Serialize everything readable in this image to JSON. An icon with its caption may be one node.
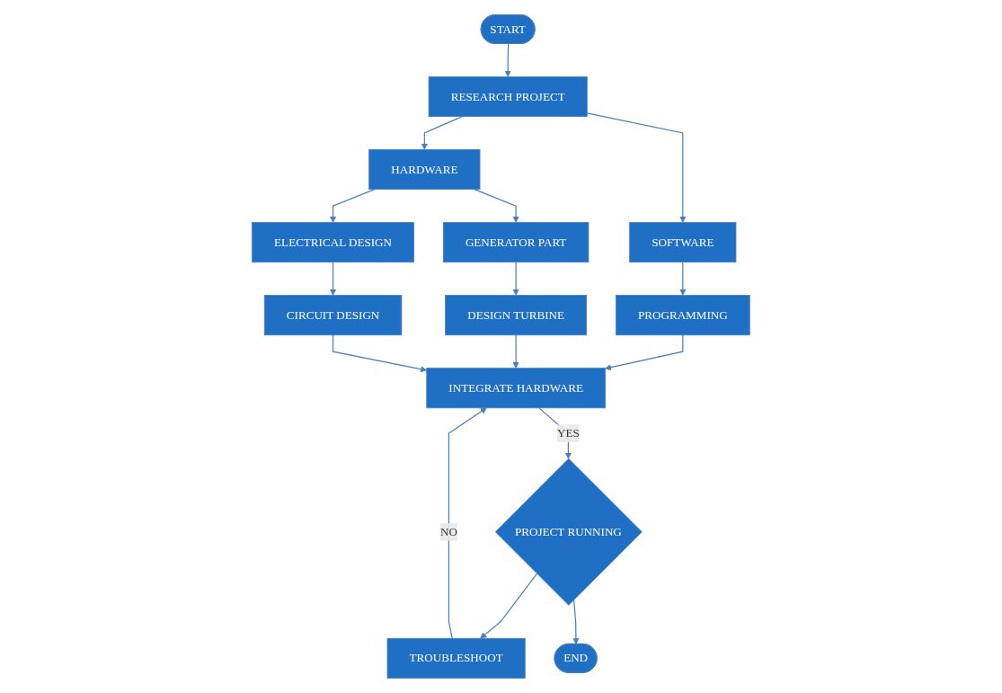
{
  "diagram": {
    "nodes": [
      {
        "text": [
          "START"
        ]
      },
      {
        "text": [
          "RESEARCH PROJECT"
        ]
      },
      {
        "text": [
          "SOFTWARE"
        ]
      },
      {
        "text": [
          "HARDWARE"
        ]
      },
      {
        "text": [
          "PROGRAMMING"
        ]
      },
      {
        "text": [
          "GENERATOR PART"
        ]
      },
      {
        "text": [
          "ELECTRICAL DESIGN"
        ]
      },
      {
        "text": [
          "DESIGN TURBINE"
        ]
      },
      {
        "text": [
          "CIRCUIT DESIGN"
        ]
      },
      {
        "text": [
          "INTEGRATE HARDWARE"
        ]
      },
      {
        "text": [
          "TROUBLESHOOT"
        ]
      },
      {
        "text": [
          "PROJECT RUNNING"
        ]
      },
      {
        "text": [
          "END"
        ]
      }
    ],
    "edges": [
      {
        "from": 0,
        "to": 1,
        "arrow": "to"
      },
      {
        "from": 1,
        "to": 2,
        "arrow": "to"
      },
      {
        "from": 1,
        "to": 3,
        "arrow": "to"
      },
      {
        "from": 2,
        "to": 4,
        "arrow": "to"
      },
      {
        "from": 3,
        "to": 5,
        "arrow": "to"
      },
      {
        "from": 3,
        "to": 6,
        "arrow": "to"
      },
      {
        "from": 5,
        "to": 7,
        "arrow": "to"
      },
      {
        "from": 6,
        "to": 8,
        "arrow": "to"
      },
      {
        "from": 4,
        "to": 9,
        "arrow": "to"
      },
      {
        "from": 7,
        "to": 9,
        "arrow": "to"
      },
      {
        "from": 8,
        "to": 9,
        "arrow": "to"
      },
      {
        "from": 9,
        "to": 11,
        "arrow": "to",
        "label": "YES"
      },
      {
        "from": 11,
        "to": 10,
        "arrow": "to"
      },
      {
        "from": 10,
        "to": 9,
        "arrow": "to",
        "label": "NO"
      },
      {
        "from": 11,
        "to": 12,
        "arrow": "to"
      }
    ]
  }
}
